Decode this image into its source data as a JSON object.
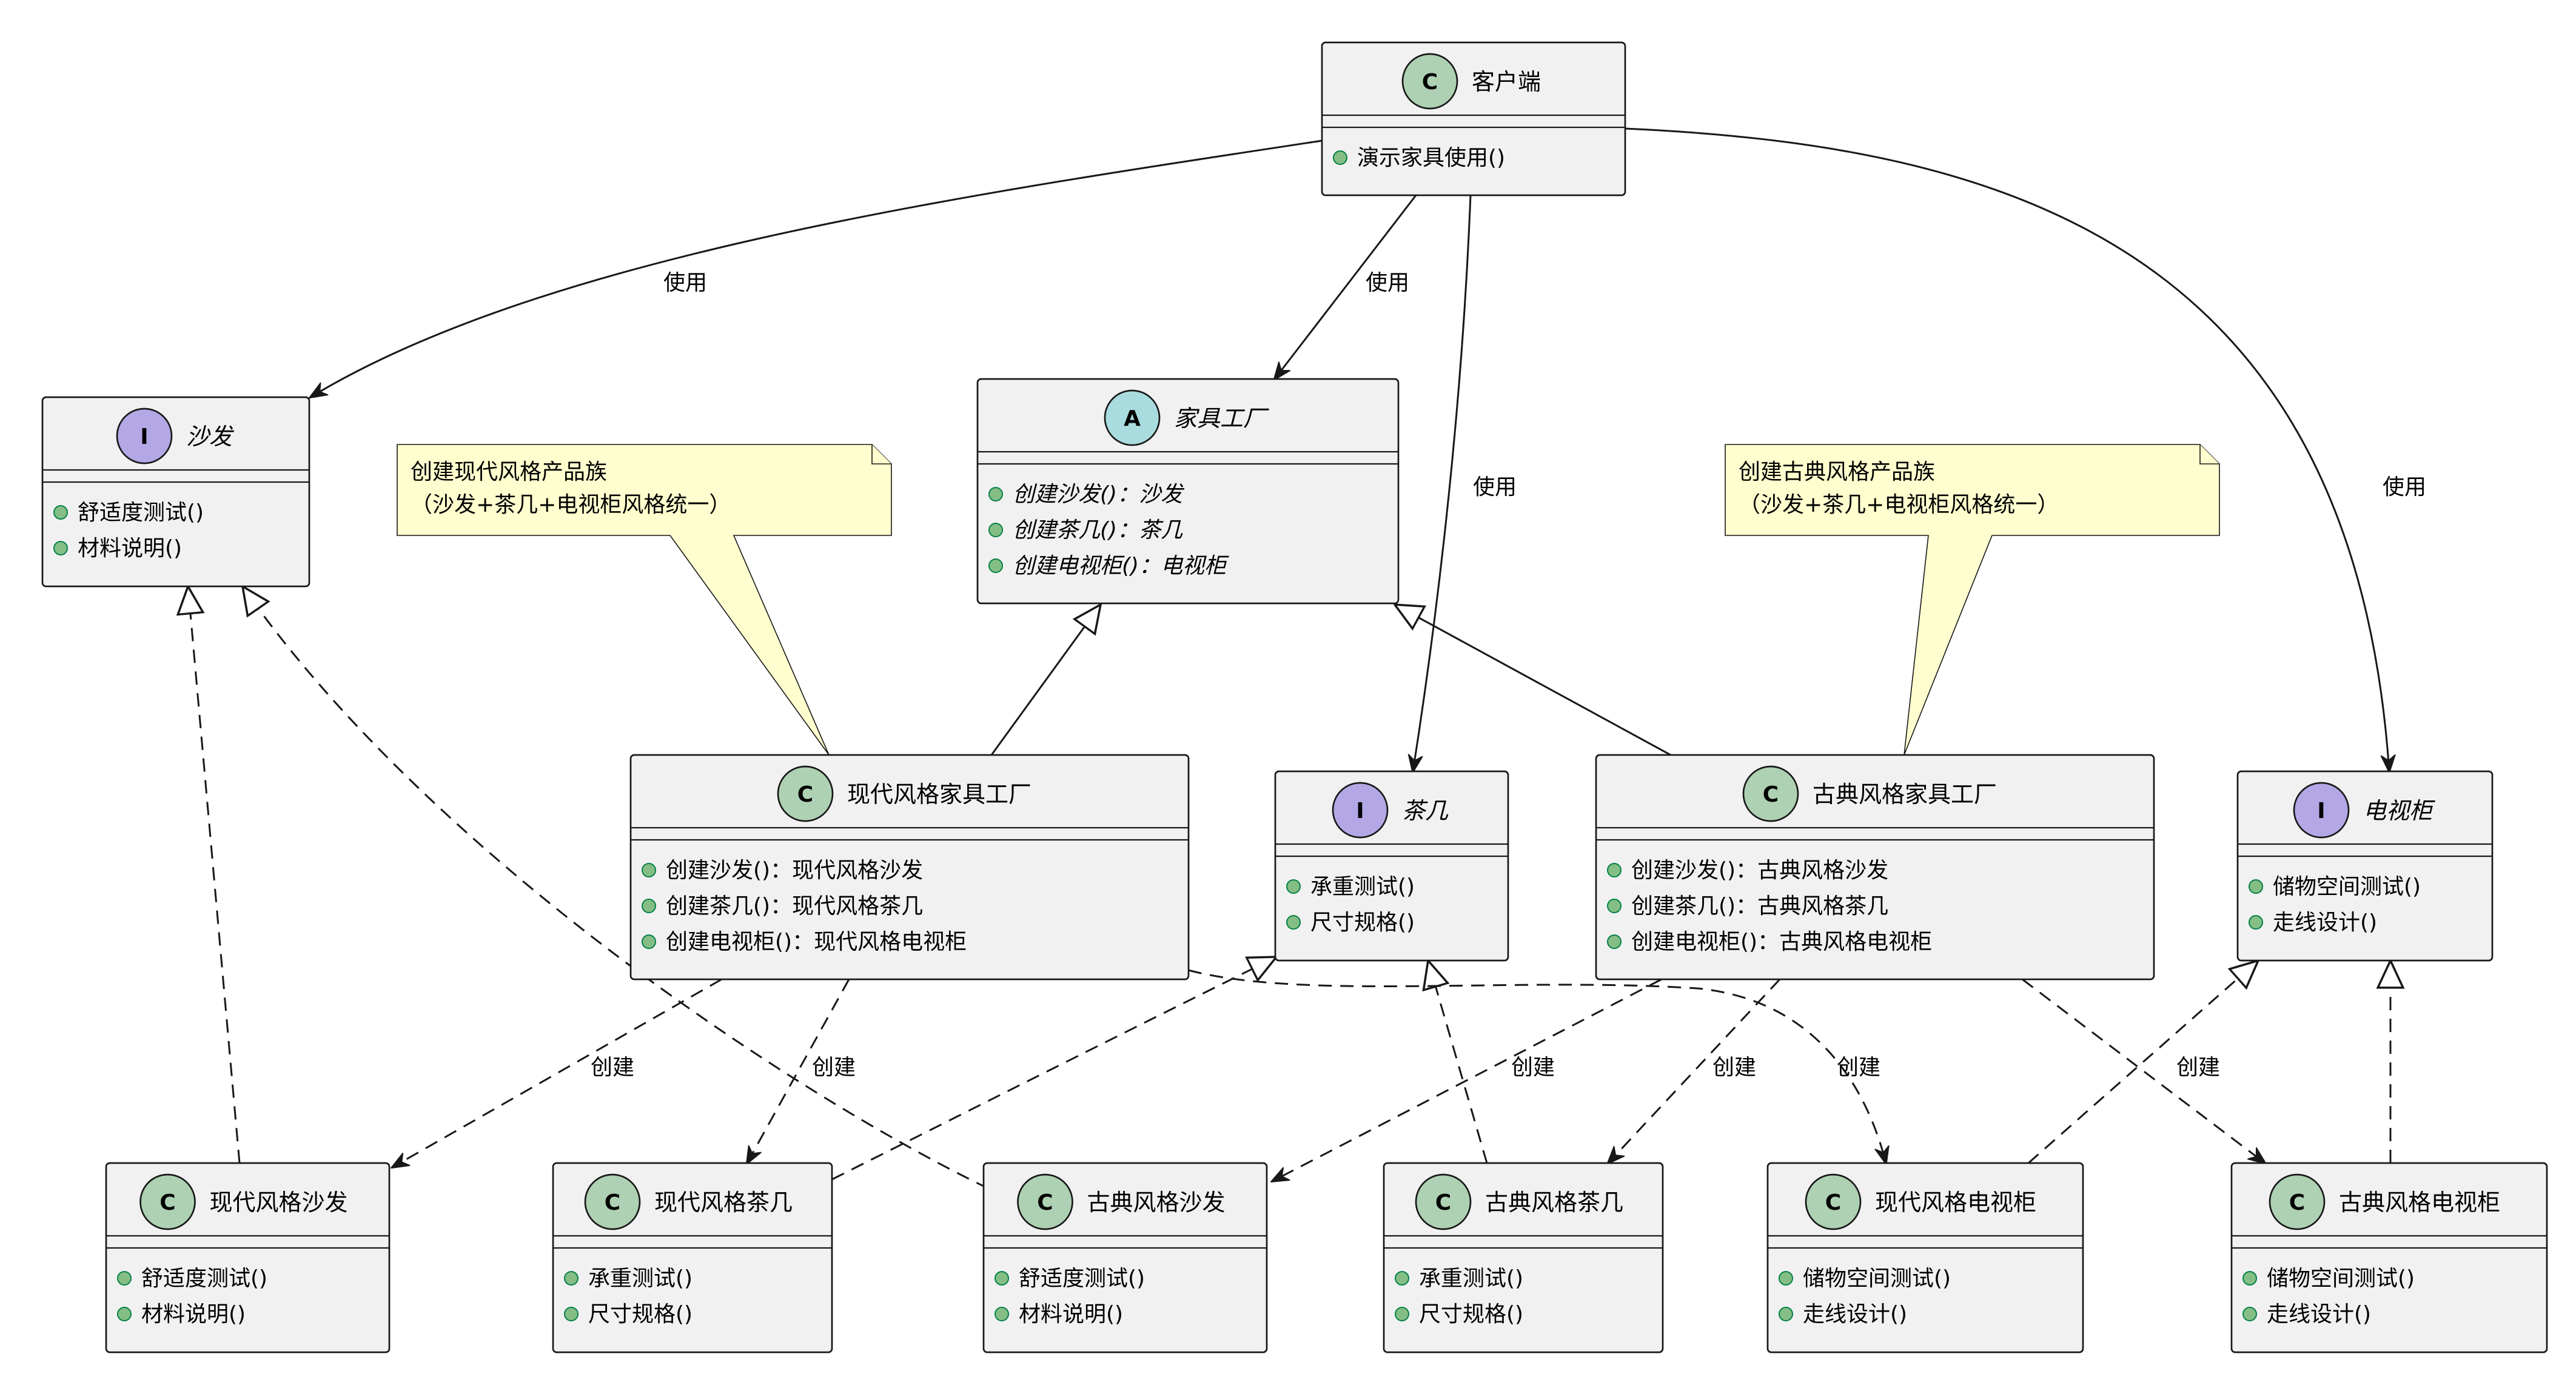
{
  "classes": [
    {
      "id": "client",
      "kind": "C",
      "title": "客户端",
      "italic": false,
      "members": [
        "演示家具使用()"
      ]
    },
    {
      "id": "sofa",
      "kind": "I",
      "title": "沙发",
      "italic": true,
      "members": [
        "舒适度测试()",
        "材料说明()"
      ]
    },
    {
      "id": "factory",
      "kind": "A",
      "title": "家具工厂",
      "italic": true,
      "members_italic": true,
      "members": [
        "创建沙发()：沙发",
        "创建茶几()：茶几",
        "创建电视柜()：电视柜"
      ]
    },
    {
      "id": "tv",
      "kind": "I",
      "title": "电视柜",
      "italic": true,
      "members": [
        "储物空间测试()",
        "走线设计()"
      ]
    },
    {
      "id": "modern_factory",
      "kind": "C",
      "title": "现代风格家具工厂",
      "italic": false,
      "members": [
        "创建沙发()：现代风格沙发",
        "创建茶几()：现代风格茶几",
        "创建电视柜()：现代风格电视柜"
      ]
    },
    {
      "id": "table",
      "kind": "I",
      "title": "茶几",
      "italic": true,
      "members": [
        "承重测试()",
        "尺寸规格()"
      ]
    },
    {
      "id": "classic_factory",
      "kind": "C",
      "title": "古典风格家具工厂",
      "italic": false,
      "members": [
        "创建沙发()：古典风格沙发",
        "创建茶几()：古典风格茶几",
        "创建电视柜()：古典风格电视柜"
      ]
    },
    {
      "id": "modern_sofa",
      "kind": "C",
      "title": "现代风格沙发",
      "italic": false,
      "members": [
        "舒适度测试()",
        "材料说明()"
      ]
    },
    {
      "id": "modern_table",
      "kind": "C",
      "title": "现代风格茶几",
      "italic": false,
      "members": [
        "承重测试()",
        "尺寸规格()"
      ]
    },
    {
      "id": "classic_sofa",
      "kind": "C",
      "title": "古典风格沙发",
      "italic": false,
      "members": [
        "舒适度测试()",
        "材料说明()"
      ]
    },
    {
      "id": "classic_table",
      "kind": "C",
      "title": "古典风格茶几",
      "italic": false,
      "members": [
        "承重测试()",
        "尺寸规格()"
      ]
    },
    {
      "id": "modern_tv",
      "kind": "C",
      "title": "现代风格电视柜",
      "italic": false,
      "members": [
        "储物空间测试()",
        "走线设计()"
      ]
    },
    {
      "id": "classic_tv",
      "kind": "C",
      "title": "古典风格电视柜",
      "italic": false,
      "members": [
        "储物空间测试()",
        "走线设计()"
      ]
    }
  ],
  "notes": [
    {
      "id": "note_modern",
      "lines": [
        "创建现代风格产品族",
        "（沙发+茶几+电视柜风格统一）"
      ]
    },
    {
      "id": "note_classic",
      "lines": [
        "创建古典风格产品族",
        "（沙发+茶几+电视柜风格统一）"
      ]
    }
  ],
  "edges": [
    {
      "id": "client-sofa",
      "from": "client",
      "to": "sofa",
      "type": "use",
      "label": "使用"
    },
    {
      "id": "client-factory",
      "from": "client",
      "to": "factory",
      "type": "use",
      "label": "使用"
    },
    {
      "id": "client-table",
      "from": "client",
      "to": "table",
      "type": "use",
      "label": "使用"
    },
    {
      "id": "client-tv",
      "from": "client",
      "to": "tv",
      "type": "use",
      "label": "使用"
    },
    {
      "id": "modern_factory-factory",
      "from": "modern_factory",
      "to": "factory",
      "type": "extends",
      "label": ""
    },
    {
      "id": "classic_factory-factory",
      "from": "classic_factory",
      "to": "factory",
      "type": "extends",
      "label": ""
    },
    {
      "id": "modern_sofa-sofa",
      "from": "modern_sofa",
      "to": "sofa",
      "type": "implements",
      "label": ""
    },
    {
      "id": "classic_sofa-sofa",
      "from": "classic_sofa",
      "to": "sofa",
      "type": "implements",
      "label": ""
    },
    {
      "id": "modern_table-table",
      "from": "modern_table",
      "to": "table",
      "type": "implements",
      "label": ""
    },
    {
      "id": "classic_table-table",
      "from": "classic_table",
      "to": "table",
      "type": "implements",
      "label": ""
    },
    {
      "id": "modern_tv-tv",
      "from": "modern_tv",
      "to": "tv",
      "type": "implements",
      "label": ""
    },
    {
      "id": "classic_tv-tv",
      "from": "classic_tv",
      "to": "tv",
      "type": "implements",
      "label": ""
    },
    {
      "id": "modern_factory-modern_sofa",
      "from": "modern_factory",
      "to": "modern_sofa",
      "type": "create",
      "label": "创建"
    },
    {
      "id": "modern_factory-modern_table",
      "from": "modern_factory",
      "to": "modern_table",
      "type": "create",
      "label": "创建"
    },
    {
      "id": "modern_factory-modern_tv",
      "from": "modern_factory",
      "to": "modern_tv",
      "type": "create",
      "label": "创建"
    },
    {
      "id": "classic_factory-classic_sofa",
      "from": "classic_factory",
      "to": "classic_sofa",
      "type": "create",
      "label": "创建"
    },
    {
      "id": "classic_factory-classic_table",
      "from": "classic_factory",
      "to": "classic_table",
      "type": "create",
      "label": "创建"
    },
    {
      "id": "classic_factory-classic_tv",
      "from": "classic_factory",
      "to": "classic_tv",
      "type": "create",
      "label": "创建"
    }
  ],
  "note_links": [
    {
      "note": "note_modern",
      "target": "modern_factory"
    },
    {
      "note": "note_classic",
      "target": "classic_factory"
    }
  ],
  "colors": {
    "class_badge": "#add1b2",
    "interface_badge": "#b4a7e5",
    "abstract_badge": "#a9dcdf",
    "box_fill": "#f1f1f1",
    "note_fill": "#fefece",
    "member_dot": "#84be84"
  }
}
